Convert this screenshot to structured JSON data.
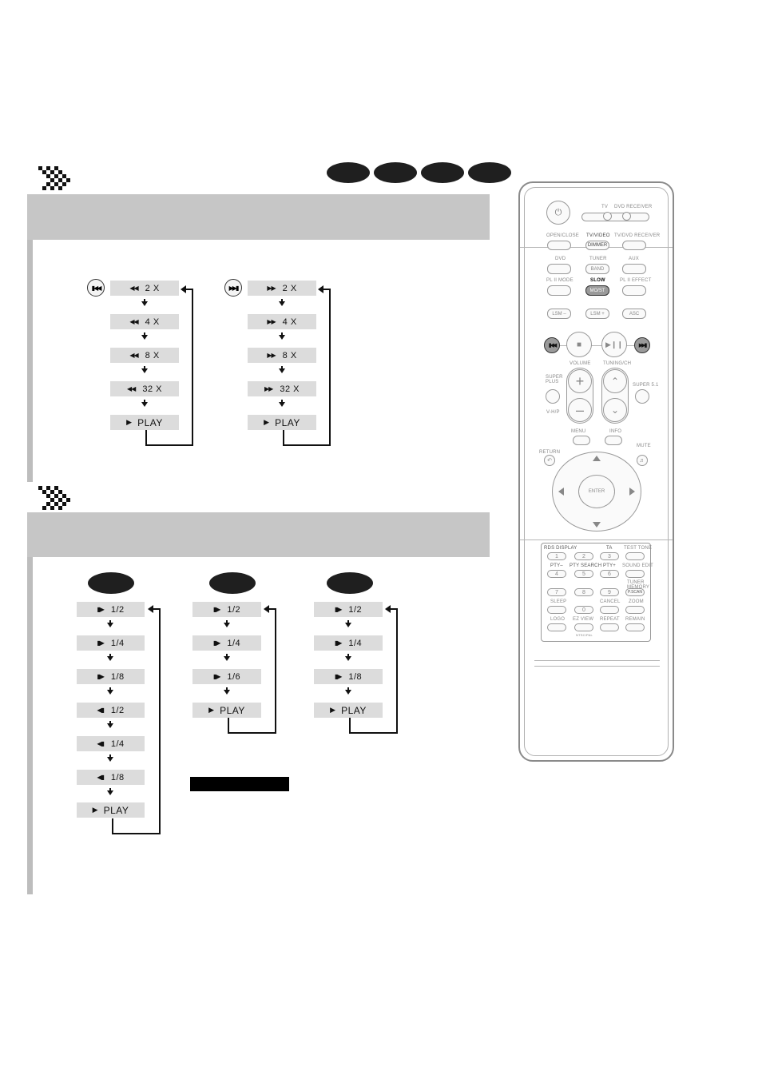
{
  "section1": {
    "rev_button_icon": "skip-back-icon",
    "fwd_button_icon": "skip-forward-icon",
    "rev_steps": [
      "2 X",
      "4 X",
      "8 X",
      "32 X",
      "PLAY"
    ],
    "fwd_steps": [
      "2 X",
      "4 X",
      "8 X",
      "32 X",
      "PLAY"
    ]
  },
  "section2": {
    "col1_steps": [
      "1/2",
      "1/4",
      "1/8",
      "1/2",
      "1/4",
      "1/8",
      "PLAY"
    ],
    "col2_steps": [
      "1/2",
      "1/4",
      "1/6",
      "PLAY"
    ],
    "col3_steps": [
      "1/2",
      "1/4",
      "1/8",
      "PLAY"
    ]
  },
  "remote": {
    "tv": "TV",
    "dvd_receiver": "DVD RECEIVER",
    "open_close": "OPEN/CLOSE",
    "tv_video": "TV/VIDEO",
    "dimmer": "DIMMER",
    "tv_dvd_receiver": "TV/DVD RECEIVER",
    "dvd": "DVD",
    "tuner": "TUNER",
    "band": "BAND",
    "aux": "AUX",
    "pl2_mode": "PL II MODE",
    "slow": "SLOW",
    "mo_st": "MO/ST",
    "pl2_effect": "PL II EFFECT",
    "lsm_minus": "LSM –",
    "lsm_plus": "LSM +",
    "asc": "ASC",
    "volume": "VOLUME",
    "tuning_ch": "TUNING/CH",
    "super_plus": "SUPER PLUS",
    "v_hp": "V-H/P",
    "super51": "SUPER 5.1",
    "menu": "MENU",
    "info": "INFO",
    "return": "RETURN",
    "mute": "MUTE",
    "enter": "ENTER",
    "rds_display": "RDS DISPLAY",
    "ta": "TA",
    "test_tone": "TEST TONE",
    "pty_minus": "PTY–",
    "pty_search": "PTY SEARCH",
    "pty_plus": "PTY+",
    "sound_edit": "SOUND EDIT",
    "tuner_memory": "TUNER MEMORY",
    "p_scan": "P.SCAN",
    "sleep": "SLEEP",
    "cancel": "CANCEL",
    "zoom": "ZOOM",
    "logo": "LOGO",
    "ez_view": "EZ VIEW",
    "ntsc_pal": "NTSC/PAL",
    "repeat": "REPEAT",
    "remain": "REMAIN",
    "digits": [
      "1",
      "2",
      "3",
      "4",
      "5",
      "6",
      "7",
      "8",
      "9",
      "0"
    ]
  }
}
